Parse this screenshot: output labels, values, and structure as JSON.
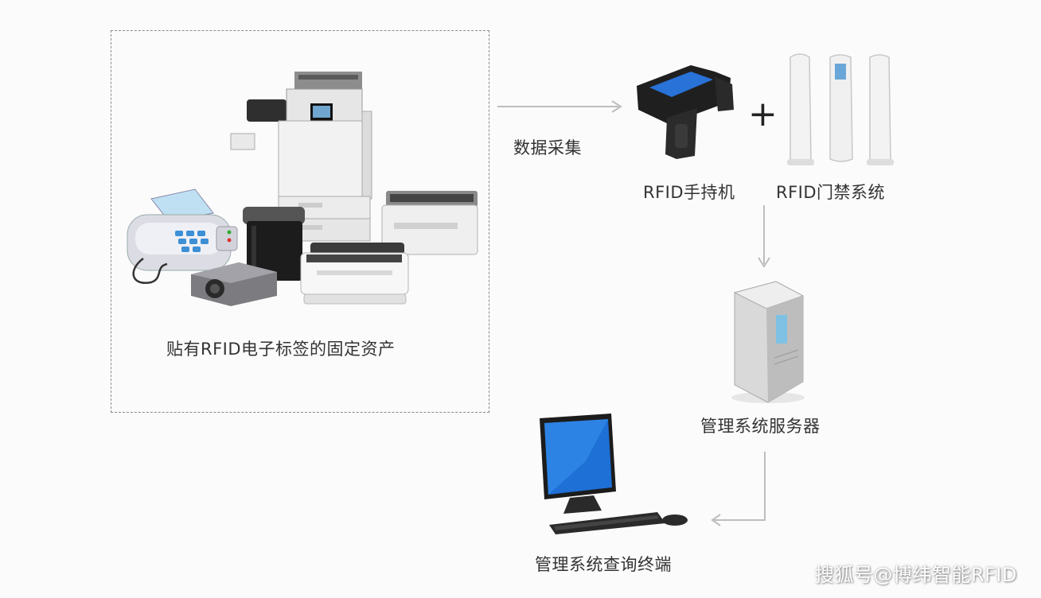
{
  "assets": {
    "label": "贴有RFID电子标签的固定资产"
  },
  "collection": {
    "label": "数据采集",
    "plus": "+"
  },
  "handheld": {
    "label": "RFID手持机"
  },
  "gate": {
    "label": "RFID门禁系统"
  },
  "server": {
    "label": "管理系统服务器"
  },
  "terminal": {
    "label": "管理系统查询终端"
  },
  "watermark": {
    "text": "搜狐号@博纬智能RFID"
  },
  "icons": [
    "printer-icon",
    "fax-icon",
    "shredder-icon",
    "projector-icon",
    "handheld-reader-icon",
    "gate-antenna-icon",
    "server-tower-icon",
    "computer-terminal-icon",
    "arrow-icon"
  ],
  "colors": {
    "arrow": "#bdbdbd",
    "dash": "#8a8a8a",
    "screen": "#1e6fd6"
  }
}
